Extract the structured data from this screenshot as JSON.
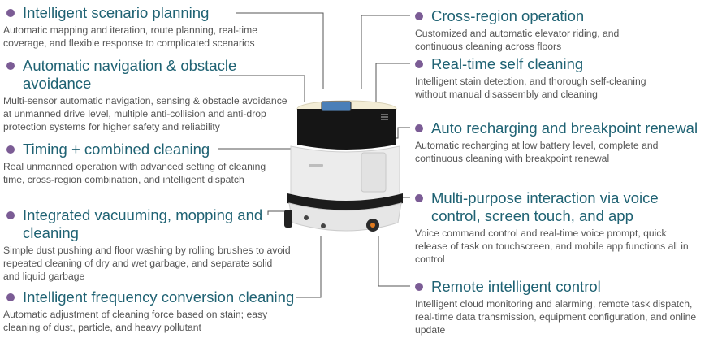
{
  "left_features": [
    {
      "title": "Intelligent scenario planning",
      "description": "Automatic mapping and iteration, route planning, real-time coverage, and flexible response to complicated scenarios"
    },
    {
      "title": "Automatic navigation & obstacle avoidance",
      "description": "Multi-sensor automatic navigation, sensing & obstacle avoidance at unmanned drive level, multiple anti-collision and anti-drop protection systems for higher safety and reliability"
    },
    {
      "title": "Timing + combined cleaning",
      "description": "Real unmanned operation with advanced setting of cleaning time, cross-region combination, and intelligent dispatch"
    },
    {
      "title": "Integrated vacuuming, mopping and cleaning",
      "description": "Simple dust pushing and floor washing by rolling brushes to avoid repeated cleaning of dry and wet garbage, and separate solid and liquid garbage"
    },
    {
      "title": "Intelligent frequency conversion cleaning",
      "description": "Automatic adjustment of cleaning force based on stain; easy cleaning of dust, particle, and heavy pollutant"
    }
  ],
  "right_features": [
    {
      "title": "Cross-region operation",
      "description": "Customized and automatic elevator riding, and continuous cleaning across floors"
    },
    {
      "title": "Real-time self cleaning",
      "description": "Intelligent stain detection, and thorough self-cleaning without manual disassembly and cleaning"
    },
    {
      "title": "Auto recharging and breakpoint renewal",
      "description": "Automatic recharging at low battery level, complete and continuous cleaning with breakpoint renewal"
    },
    {
      "title": "Multi-purpose interaction via voice control, screen touch, and app",
      "description": "Voice command control and real-time voice prompt, quick release of task on touchscreen, and mobile app functions all in control"
    },
    {
      "title": "Remote intelligent control",
      "description": "Intelligent cloud monitoring and alarming, remote task dispatch, real-time data transmission, equipment configuration, and online update"
    }
  ],
  "colors": {
    "title": "#1f6273",
    "bullet": "#7b5c95",
    "description": "#555555",
    "connector": "#555555"
  }
}
